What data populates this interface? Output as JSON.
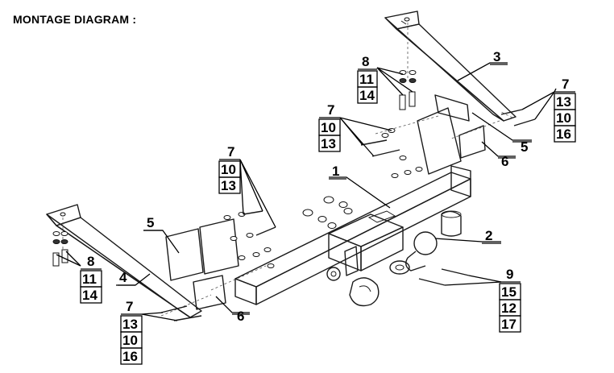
{
  "title": "MONTAGE DIAGRAM :",
  "parts": {
    "main_frame": "1",
    "tow_ball": "2",
    "right_bracket": "3",
    "left_bracket": "4",
    "left_plate": "5",
    "right_plate": "5",
    "left_spacer": "6",
    "right_spacer": "6"
  },
  "callouts": {
    "top_center": {
      "number": "8",
      "boxes": [
        "11",
        "14"
      ]
    },
    "right_upper": {
      "number": "7",
      "boxes": [
        "13",
        "10",
        "16"
      ]
    },
    "center_upper": {
      "number": "7",
      "boxes": [
        "10",
        "13"
      ]
    },
    "center_left": {
      "number": "7",
      "boxes": [
        "10",
        "13"
      ]
    },
    "left": {
      "number": "8",
      "boxes": [
        "11",
        "14"
      ]
    },
    "bottom_left": {
      "number": "7",
      "boxes": [
        "13",
        "10",
        "16"
      ]
    },
    "ball_bolts": {
      "number": "9",
      "boxes": [
        "15",
        "12",
        "17"
      ]
    }
  }
}
